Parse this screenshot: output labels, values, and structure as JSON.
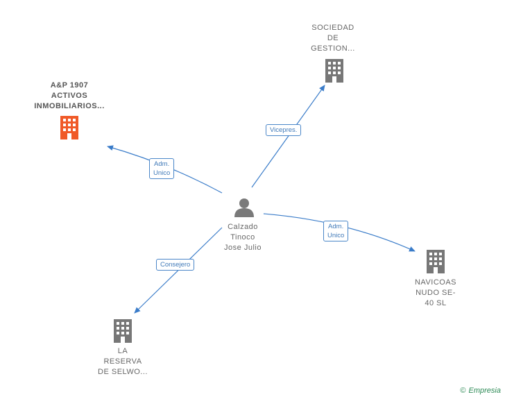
{
  "colors": {
    "accent": "#f05a28",
    "building": "#777777",
    "edge": "#3a7cc9"
  },
  "nodes": {
    "center": {
      "label": "Calzado\nTinoco\nJose Julio",
      "icon": "person-icon"
    },
    "ap1907": {
      "label": "A&P 1907\nACTIVOS\nINMOBILIARIOS...",
      "icon": "building-icon"
    },
    "sociedad": {
      "label": "SOCIEDAD\nDE\nGESTION...",
      "icon": "building-icon"
    },
    "navicoas": {
      "label": "NAVICOAS\nNUDO SE-\n40 SL",
      "icon": "building-icon"
    },
    "reserva": {
      "label": "LA\nRESERVA\nDE SELWO...",
      "icon": "building-icon"
    }
  },
  "edges": {
    "to_ap1907": "Adm.\nUnico",
    "to_sociedad": "Vicepres.",
    "to_navicoas": "Adm.\nUnico",
    "to_reserva": "Consejero"
  },
  "credit": {
    "symbol": "©",
    "brand": "Empresia"
  }
}
